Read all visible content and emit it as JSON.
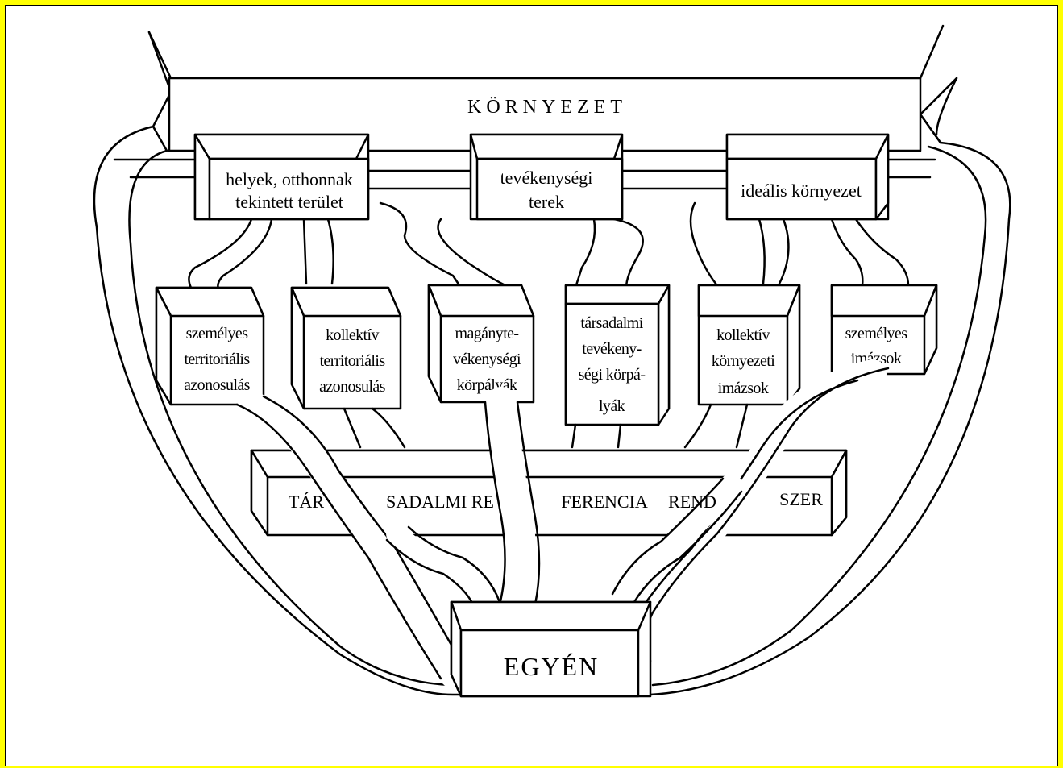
{
  "colors": {
    "background": "#ffff00",
    "panel": "#ffffff",
    "ink": "#000000"
  },
  "environment": {
    "label": "KÖRNYEZET"
  },
  "top_boxes": [
    {
      "id": "helyek",
      "lines": [
        "helyek, otthonnak",
        "tekintett terület"
      ]
    },
    {
      "id": "tevekenysegi",
      "lines": [
        "tevékenységi",
        "terek"
      ]
    },
    {
      "id": "idealis",
      "lines": [
        "ideális környezet"
      ]
    }
  ],
  "middle_boxes": [
    {
      "id": "szemelyes-territorialis",
      "lines": [
        "személyes",
        "territoriális",
        "azonosulás"
      ]
    },
    {
      "id": "kollektiv-territorialis",
      "lines": [
        "kollektív",
        "territoriális",
        "azonosulás"
      ]
    },
    {
      "id": "maganytevekenysegi",
      "lines": [
        "magányte-",
        "vékenységi",
        "körpályák"
      ]
    },
    {
      "id": "tarsadalmi-tevekenysegi",
      "lines": [
        "társadalmi",
        "tevékeny-",
        "ségi körpá-",
        "lyák"
      ]
    },
    {
      "id": "kollektiv-kornyezeti",
      "lines": [
        "kollektív",
        "környezeti",
        "imázsok"
      ]
    },
    {
      "id": "szemelyes-imazsok",
      "lines": [
        "személyes",
        "imázsok"
      ]
    }
  ],
  "reference_system": {
    "segments": [
      "TÁR",
      "SADALMI RE",
      "FERENCIA",
      "REND",
      "SZER"
    ]
  },
  "individual": {
    "label": "EGYÉN"
  }
}
